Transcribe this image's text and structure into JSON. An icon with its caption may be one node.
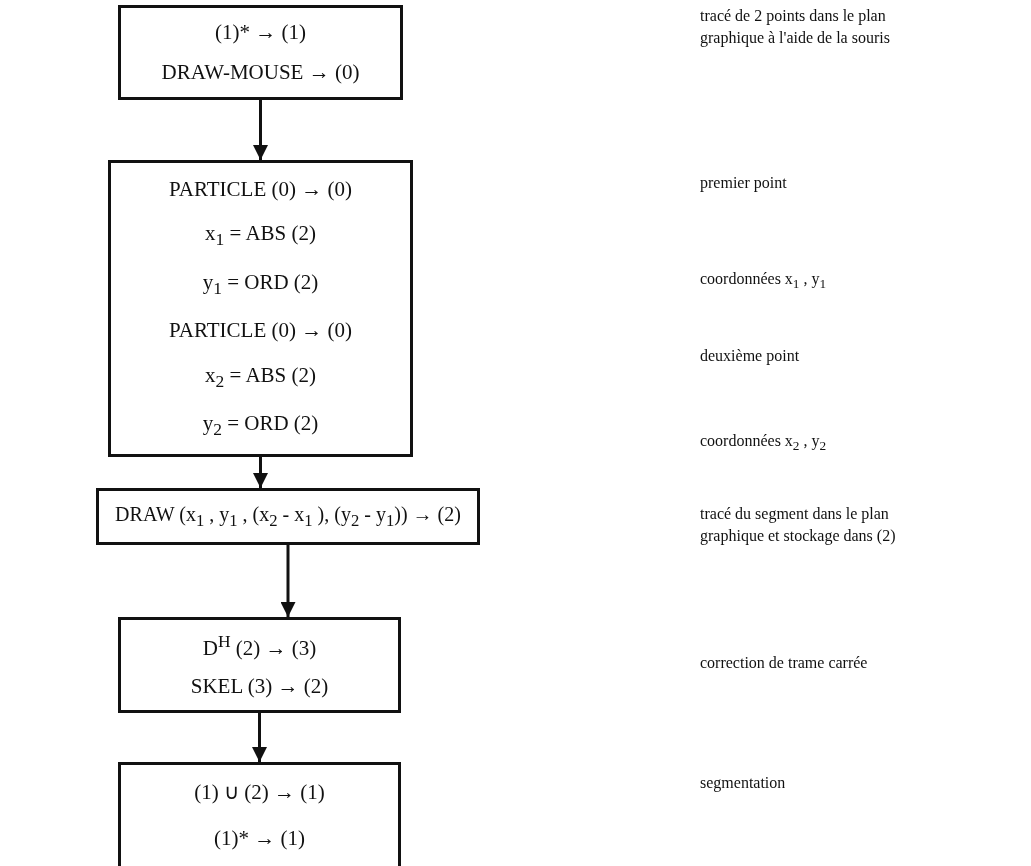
{
  "diagram": {
    "nodes": [
      {
        "text": [
          "(1)* → (1)",
          "DRAW-MOUSE → (0)"
        ]
      },
      {
        "text": [
          "PARTICLE (0) → (0)",
          "x$_{1}$ = ABS (2)",
          "y$_{1}$ = ORD (2)",
          "PARTICLE (0) → (0)",
          "x$_{2}$ = ABS (2)",
          "y$_{2}$ = ORD (2)"
        ]
      },
      {
        "text": [
          "DRAW (x$_{1}$ , y$_{1}$ , (x$_{2}$ - x$_{1}$ ), (y$_{2}$ - y$_{1}$)) → (2)"
        ]
      },
      {
        "text": [
          "D$^{H}$ (2) → (3)",
          "SKEL (3) → (2)"
        ]
      },
      {
        "text": [
          "(1) ∪ (2) → (1)",
          "(1)* → (1)"
        ]
      }
    ],
    "edges": [
      {
        "from": 0,
        "to": 1,
        "arrow": "to"
      },
      {
        "from": 1,
        "to": 2,
        "arrow": "to"
      },
      {
        "from": 2,
        "to": 3,
        "arrow": "to"
      },
      {
        "from": 3,
        "to": 4,
        "arrow": "to"
      }
    ],
    "labels": [
      "tracé de 2 points dans le plan graphique à l'aide de la souris",
      "premier point",
      "coordonnées x$_{1}$ , y$_{1}$",
      "deuxième point",
      "coordonnées x$_{2}$ , y$_{2}$",
      "tracé du segment dans le plan graphique et stockage dans (2)",
      "correction de trame carrée",
      "segmentation"
    ]
  }
}
